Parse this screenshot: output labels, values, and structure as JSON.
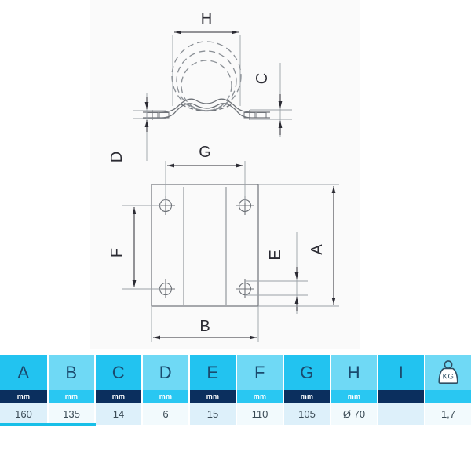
{
  "drawing": {
    "panel_bg": "#fafafa",
    "line_color": "#6e7278",
    "label_color": "#2b2b33",
    "views": [
      {
        "name": "top-view",
        "description": "Pipe clamp top view with dashed concentric circles and bracket arms",
        "labels": [
          "H",
          "C",
          "D"
        ]
      },
      {
        "name": "front-view",
        "description": "Rectangular base plate with four bolt holes",
        "labels": [
          "G",
          "F",
          "E",
          "A",
          "B"
        ]
      }
    ],
    "dimension_labels": {
      "H": "H",
      "C": "C",
      "D": "D",
      "G": "G",
      "F": "F",
      "E": "E",
      "A": "A",
      "B": "B"
    }
  },
  "table": {
    "unit_label": "mm",
    "accent_color": "#18bfe8",
    "header_color_odd": "#22c3f0",
    "header_color_even": "#6fd9f5",
    "unit_band_dark": "#0b2f5e",
    "unit_band_light": "#29c7f2",
    "columns": [
      {
        "letter": "A",
        "unit": "mm",
        "value": "160",
        "unit_band": "dark"
      },
      {
        "letter": "B",
        "unit": "mm",
        "value": "135",
        "unit_band": "light"
      },
      {
        "letter": "C",
        "unit": "mm",
        "value": "14",
        "unit_band": "dark"
      },
      {
        "letter": "D",
        "unit": "mm",
        "value": "6",
        "unit_band": "light"
      },
      {
        "letter": "E",
        "unit": "mm",
        "value": "15",
        "unit_band": "dark"
      },
      {
        "letter": "F",
        "unit": "mm",
        "value": "110",
        "unit_band": "light"
      },
      {
        "letter": "G",
        "unit": "mm",
        "value": "105",
        "unit_band": "dark"
      },
      {
        "letter": "H",
        "unit": "mm",
        "value": "Ø 70",
        "unit_band": "light"
      },
      {
        "letter": "I",
        "unit": "",
        "value": "",
        "unit_band": "dark"
      },
      {
        "letter": "KG",
        "unit": "",
        "value": "1,7",
        "unit_band": "light",
        "icon": "weight-kg-icon"
      }
    ]
  }
}
